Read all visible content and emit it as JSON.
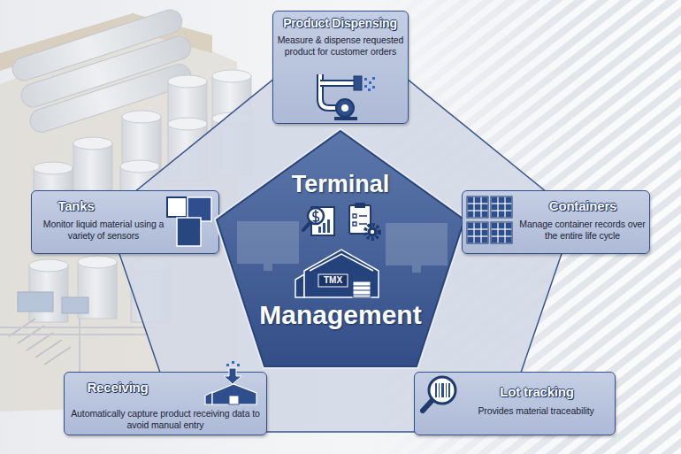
{
  "diagram": {
    "nodes": [
      {
        "text": [
          "Product Dispensing",
          "Measure & dispense requested product for customer orders"
        ]
      },
      {
        "text": [
          "Tanks",
          "Monitor liquid material using a variety of sensors"
        ]
      },
      {
        "text": [
          "Terminal",
          "Management"
        ]
      },
      {
        "text": [
          "Containers",
          "Manage container records over the entire life cycle"
        ]
      },
      {
        "text": [
          "Receiving",
          "Automatically capture product receiving data to avoid manual entry"
        ]
      },
      {
        "text": [
          "Lot tracking",
          "Provides material traceability"
        ]
      }
    ],
    "labels": [
      "TMX"
    ]
  }
}
